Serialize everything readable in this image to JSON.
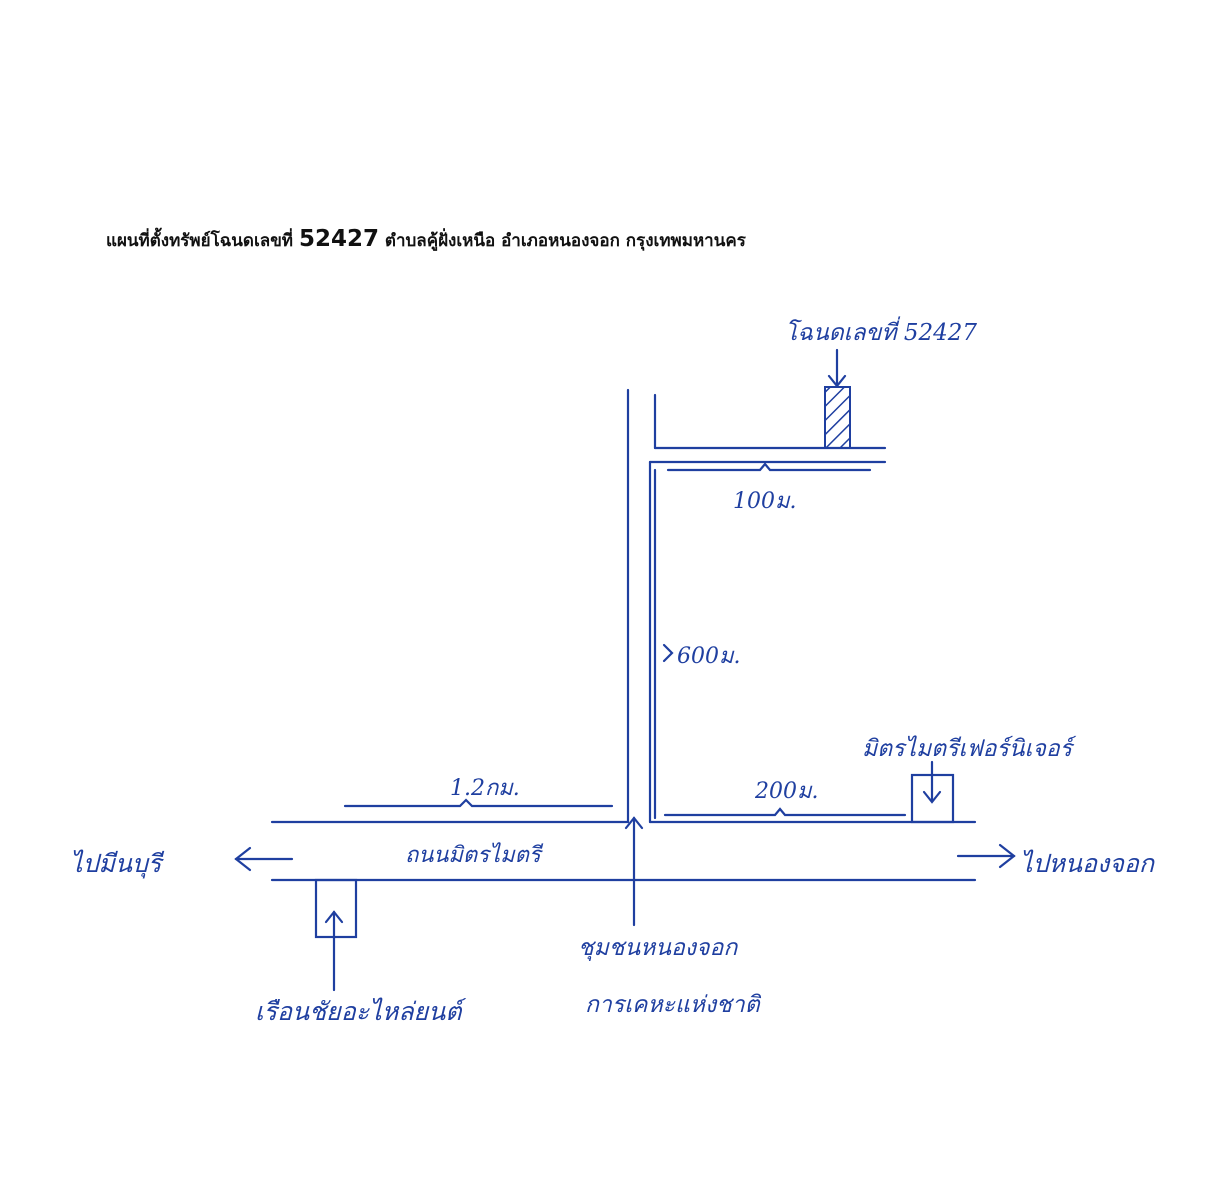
{
  "title": {
    "prefix": "แผนที่ตั้งทรัพย์โฉนดเลขที่",
    "deed_number": "52427",
    "suffix": "ตำบลคู้ฝั่งเหนือ อำเภอหนองจอก กรุงเทพมหานคร"
  },
  "labels": {
    "deed": "โฉนดเลขที่ 52427",
    "dist_100": "100ม.",
    "dist_600": "600ม.",
    "dist_1_2": "1.2กม.",
    "dist_200": "200ม.",
    "mitr_furniture": "มิตรไมตรีเฟอร์นิเจอร์",
    "road_name": "ถนนมิตรไมตรี",
    "to_minburi": "ไปมีนบุรี",
    "to_nongchok": "ไปหนองจอก",
    "auto_parts": "เรือนชัยอะไหล่ยนต์",
    "community_line1": "ชุมชนหนองจอก",
    "community_line2": "การเคหะแห่งชาติ"
  },
  "colors": {
    "ink": "#1f3fa0",
    "title": "#111111",
    "paper": "#ffffff"
  }
}
